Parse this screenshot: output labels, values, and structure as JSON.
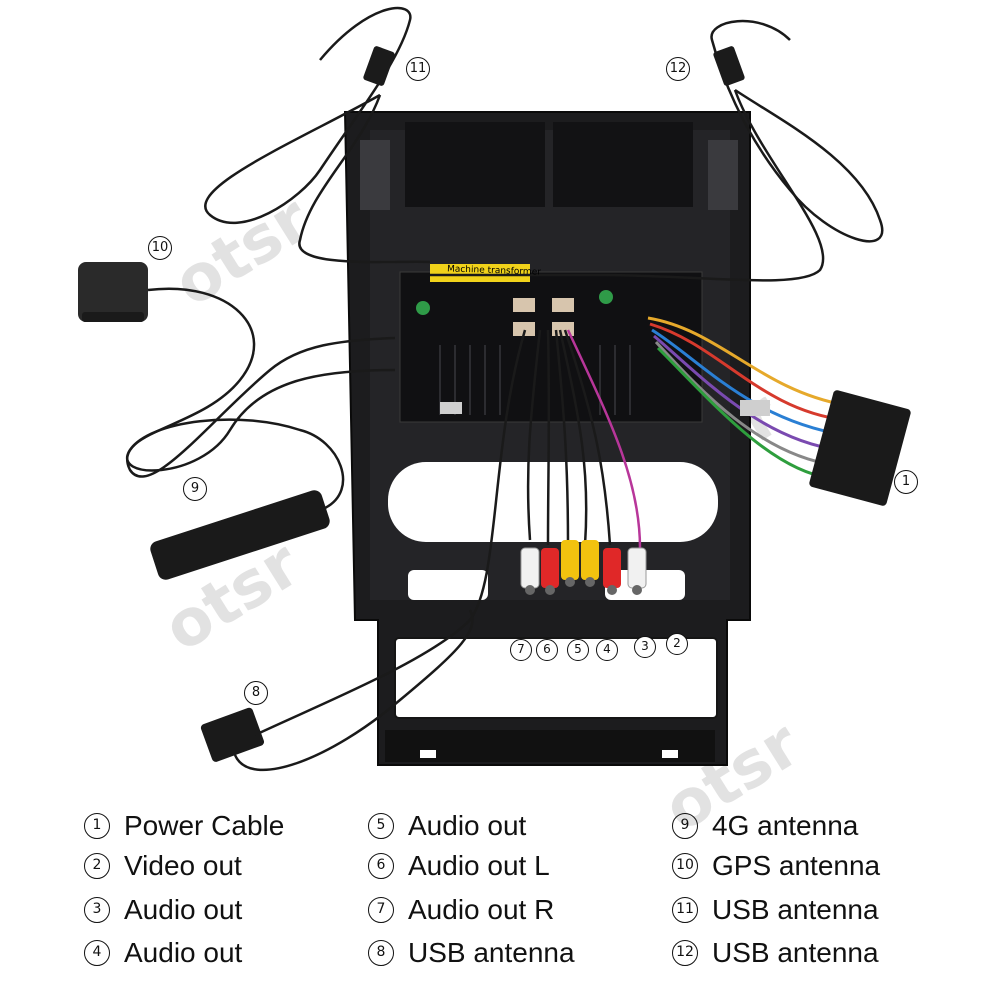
{
  "watermark": "otsr",
  "sticker": {
    "text": "Machine transformer"
  },
  "callouts": {
    "c1": "1",
    "c2": "2",
    "c3": "3",
    "c4": "4",
    "c5": "5",
    "c6": "6",
    "c7": "7",
    "c8": "8",
    "c9": "9",
    "c10": "10",
    "c11": "11",
    "c12": "12"
  },
  "legend": {
    "col1": [
      {
        "num": "1",
        "label": "Power Cable"
      },
      {
        "num": "2",
        "label": "Video out"
      },
      {
        "num": "3",
        "label": "Audio out"
      },
      {
        "num": "4",
        "label": "Audio out"
      }
    ],
    "col2": [
      {
        "num": "5",
        "label": "Audio out"
      },
      {
        "num": "6",
        "label": "Audio out L"
      },
      {
        "num": "7",
        "label": "Audio out R"
      },
      {
        "num": "8",
        "label": "USB antenna"
      }
    ],
    "col3": [
      {
        "num": "9",
        "label": "4G antenna"
      },
      {
        "num": "10",
        "label": "GPS antenna"
      },
      {
        "num": "11",
        "label": "USB antenna"
      },
      {
        "num": "12",
        "label": "USB antenna"
      }
    ]
  }
}
